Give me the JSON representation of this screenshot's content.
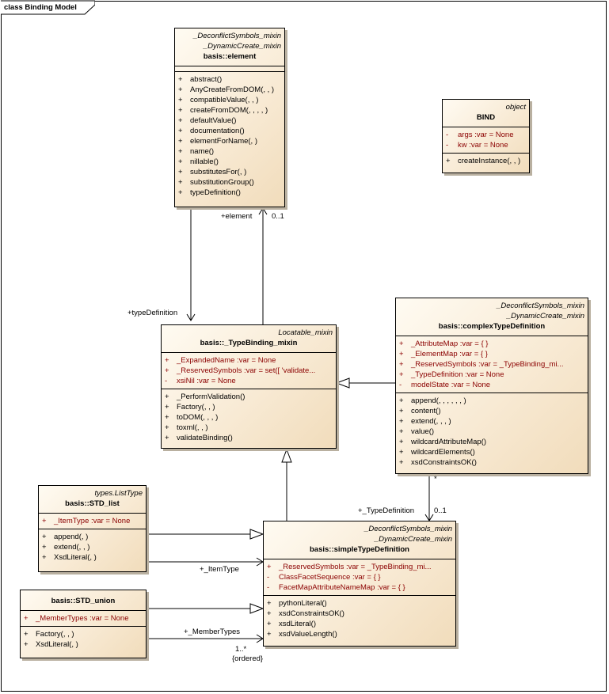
{
  "diagram": {
    "title": "class Binding Model"
  },
  "classes": {
    "element": {
      "stereotypes": [
        "_DeconflictSymbols_mixin",
        "_DynamicCreate_mixin"
      ],
      "name": "basis::element",
      "attributes": [],
      "operations": [
        {
          "vis": "+",
          "text": "abstract()"
        },
        {
          "vis": "+",
          "text": "AnyCreateFromDOM(, , )"
        },
        {
          "vis": "+",
          "text": "compatibleValue(, , )"
        },
        {
          "vis": "+",
          "text": "createFromDOM(, , , , )"
        },
        {
          "vis": "+",
          "text": "defaultValue()"
        },
        {
          "vis": "+",
          "text": "documentation()"
        },
        {
          "vis": "+",
          "text": "elementForName(, )"
        },
        {
          "vis": "+",
          "text": "name()"
        },
        {
          "vis": "+",
          "text": "nillable()"
        },
        {
          "vis": "+",
          "text": "substitutesFor(, )"
        },
        {
          "vis": "+",
          "text": "substitutionGroup()"
        },
        {
          "vis": "+",
          "text": "typeDefinition()"
        }
      ]
    },
    "bind": {
      "stereotypes": [
        "object"
      ],
      "name": "BIND",
      "attributes": [
        {
          "vis": "-",
          "text": "args  :var = None"
        },
        {
          "vis": "-",
          "text": "kw  :var = None"
        }
      ],
      "operations": [
        {
          "vis": "+",
          "text": "createInstance(, , )"
        }
      ]
    },
    "typebinding": {
      "stereotypes": [
        "Locatable_mixin"
      ],
      "name": "basis::_TypeBinding_mixin",
      "attributes": [
        {
          "vis": "+",
          "text": "_ExpandedName  :var = None"
        },
        {
          "vis": "+",
          "text": "_ReservedSymbols  :var = set([ 'validate..."
        },
        {
          "vis": "-",
          "text": "xsiNil  :var = None"
        }
      ],
      "operations": [
        {
          "vis": "+",
          "text": "_PerformValidation()"
        },
        {
          "vis": "+",
          "text": "Factory(, , )"
        },
        {
          "vis": "+",
          "text": "toDOM(, , , )"
        },
        {
          "vis": "+",
          "text": "toxml(, , )"
        },
        {
          "vis": "+",
          "text": "validateBinding()"
        }
      ]
    },
    "complex": {
      "stereotypes": [
        "_DeconflictSymbols_mixin",
        "_DynamicCreate_mixin"
      ],
      "name": "basis::complexTypeDefinition",
      "attributes": [
        {
          "vis": "+",
          "text": "_AttributeMap  :var = { }"
        },
        {
          "vis": "+",
          "text": "_ElementMap  :var = { }"
        },
        {
          "vis": "+",
          "text": "_ReservedSymbols  :var = _TypeBinding_mi..."
        },
        {
          "vis": "+",
          "text": "_TypeDefinition  :var = None"
        },
        {
          "vis": "-",
          "text": "modelState  :var = None"
        }
      ],
      "operations": [
        {
          "vis": "+",
          "text": "append(, , , , , , )"
        },
        {
          "vis": "+",
          "text": "content()"
        },
        {
          "vis": "+",
          "text": "extend(, , , )"
        },
        {
          "vis": "+",
          "text": "value()"
        },
        {
          "vis": "+",
          "text": "wildcardAttributeMap()"
        },
        {
          "vis": "+",
          "text": "wildcardElements()"
        },
        {
          "vis": "+",
          "text": "xsdConstraintsOK()"
        }
      ]
    },
    "stdlist": {
      "stereotypes": [
        "types.ListType"
      ],
      "name": "basis::STD_list",
      "attributes": [
        {
          "vis": "+",
          "text": "_ItemType  :var = None"
        }
      ],
      "operations": [
        {
          "vis": "+",
          "text": "append(, )"
        },
        {
          "vis": "+",
          "text": "extend(, , )"
        },
        {
          "vis": "+",
          "text": "XsdLiteral(, )"
        }
      ]
    },
    "simple": {
      "stereotypes": [
        "_DeconflictSymbols_mixin",
        "_DynamicCreate_mixin"
      ],
      "name": "basis::simpleTypeDefinition",
      "attributes": [
        {
          "vis": "+",
          "text": "_ReservedSymbols  :var = _TypeBinding_mi..."
        },
        {
          "vis": "-",
          "text": "ClassFacetSequence  :var = { }"
        },
        {
          "vis": "-",
          "text": "FacetMapAttributeNameMap  :var = { }"
        }
      ],
      "operations": [
        {
          "vis": "+",
          "text": "pythonLiteral()"
        },
        {
          "vis": "+",
          "text": "xsdConstraintsOK()"
        },
        {
          "vis": "+",
          "text": "xsdLiteral()"
        },
        {
          "vis": "+",
          "text": "xsdValueLength()"
        }
      ]
    },
    "stdunion": {
      "stereotypes": [],
      "name": "basis::STD_union",
      "attributes": [
        {
          "vis": "+",
          "text": "_MemberTypes  :var = None"
        }
      ],
      "operations": [
        {
          "vis": "+",
          "text": "Factory(, , )"
        },
        {
          "vis": "+",
          "text": "XsdLiteral(, )"
        }
      ]
    }
  },
  "edge_labels": {
    "element_role": "+element",
    "element_mult": "0..1",
    "typedef_role": "+typeDefinition",
    "td_role": "+_TypeDefinition",
    "td_mult": "0..1",
    "td_source_mult": "*",
    "itemtype_role": "+_ItemType",
    "membertypes_role": "+_MemberTypes",
    "membertypes_mult": "1..*",
    "membertypes_constraint": "{ordered}"
  },
  "colors": {
    "class_fill": "#f8ead4",
    "attribute_text": "#8b0000",
    "line": "#000000",
    "shadow": "#b9b0a0"
  }
}
